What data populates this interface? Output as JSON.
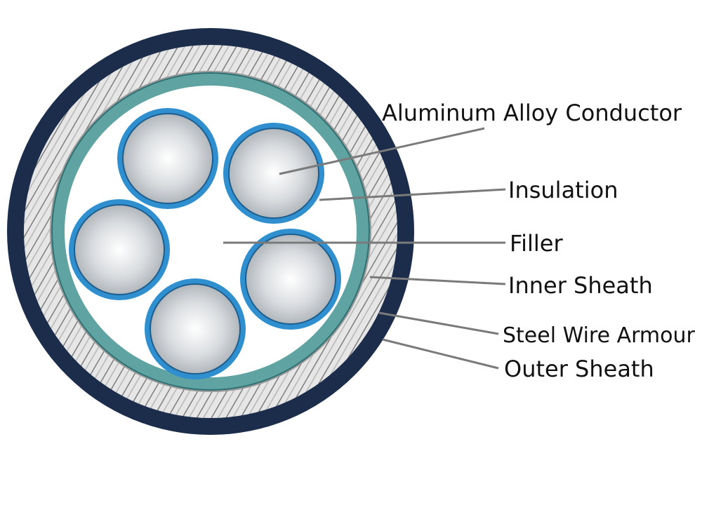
{
  "labels": {
    "conductor": "Aluminum Alloy Conductor",
    "insulation": "Insulation",
    "filler": "Filler",
    "inner_sheath": "Inner Sheath",
    "armour": "Steel Wire Armour",
    "outer_sheath": "Outer Sheath"
  },
  "colors": {
    "outer_sheath": "#1b2d4a",
    "armour_ring": "#cfcfcf",
    "inner_sheath": "#5fa3a3",
    "filler": "#ffffff",
    "insulation": "#2f8fcf",
    "conductor_light": "#f3f3f3",
    "conductor_dark": "#9ea4aa",
    "leader_line": "#7a7a7a"
  },
  "cores": 5
}
